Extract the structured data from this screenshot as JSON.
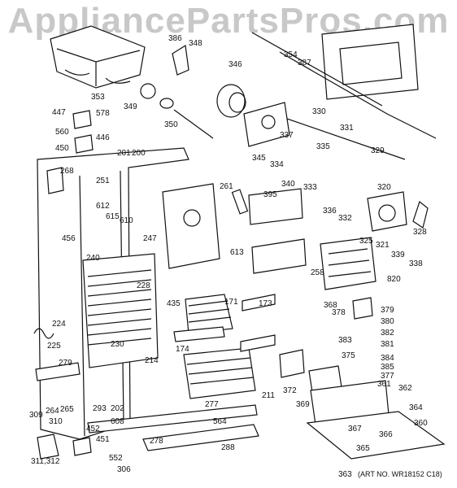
{
  "watermark": "AppliancePartsPros.com",
  "art_no": "(ART NO. WR18152 C18)",
  "callouts": [
    "386",
    "348",
    "346",
    "354",
    "387",
    "353",
    "349",
    "350",
    "447",
    "578",
    "560",
    "446",
    "450",
    "201",
    "200",
    "268",
    "251",
    "612",
    "615",
    "610",
    "261",
    "395",
    "345",
    "334",
    "340",
    "337",
    "335",
    "333",
    "336",
    "330",
    "331",
    "329",
    "332",
    "320",
    "325",
    "321",
    "339",
    "328",
    "338",
    "240",
    "456",
    "247",
    "613",
    "258",
    "820",
    "228",
    "435",
    "171",
    "173",
    "368",
    "378",
    "379",
    "380",
    "382",
    "383",
    "381",
    "384",
    "385",
    "224",
    "225",
    "279",
    "230",
    "214",
    "174",
    "372",
    "375",
    "377",
    "361",
    "362",
    "264",
    "265",
    "293",
    "202",
    "211",
    "369",
    "364",
    "360",
    "309",
    "310",
    "608",
    "564",
    "277",
    "366",
    "367",
    "365",
    "452",
    "451",
    "278",
    "288",
    "311,312",
    "552",
    "306",
    "363"
  ]
}
